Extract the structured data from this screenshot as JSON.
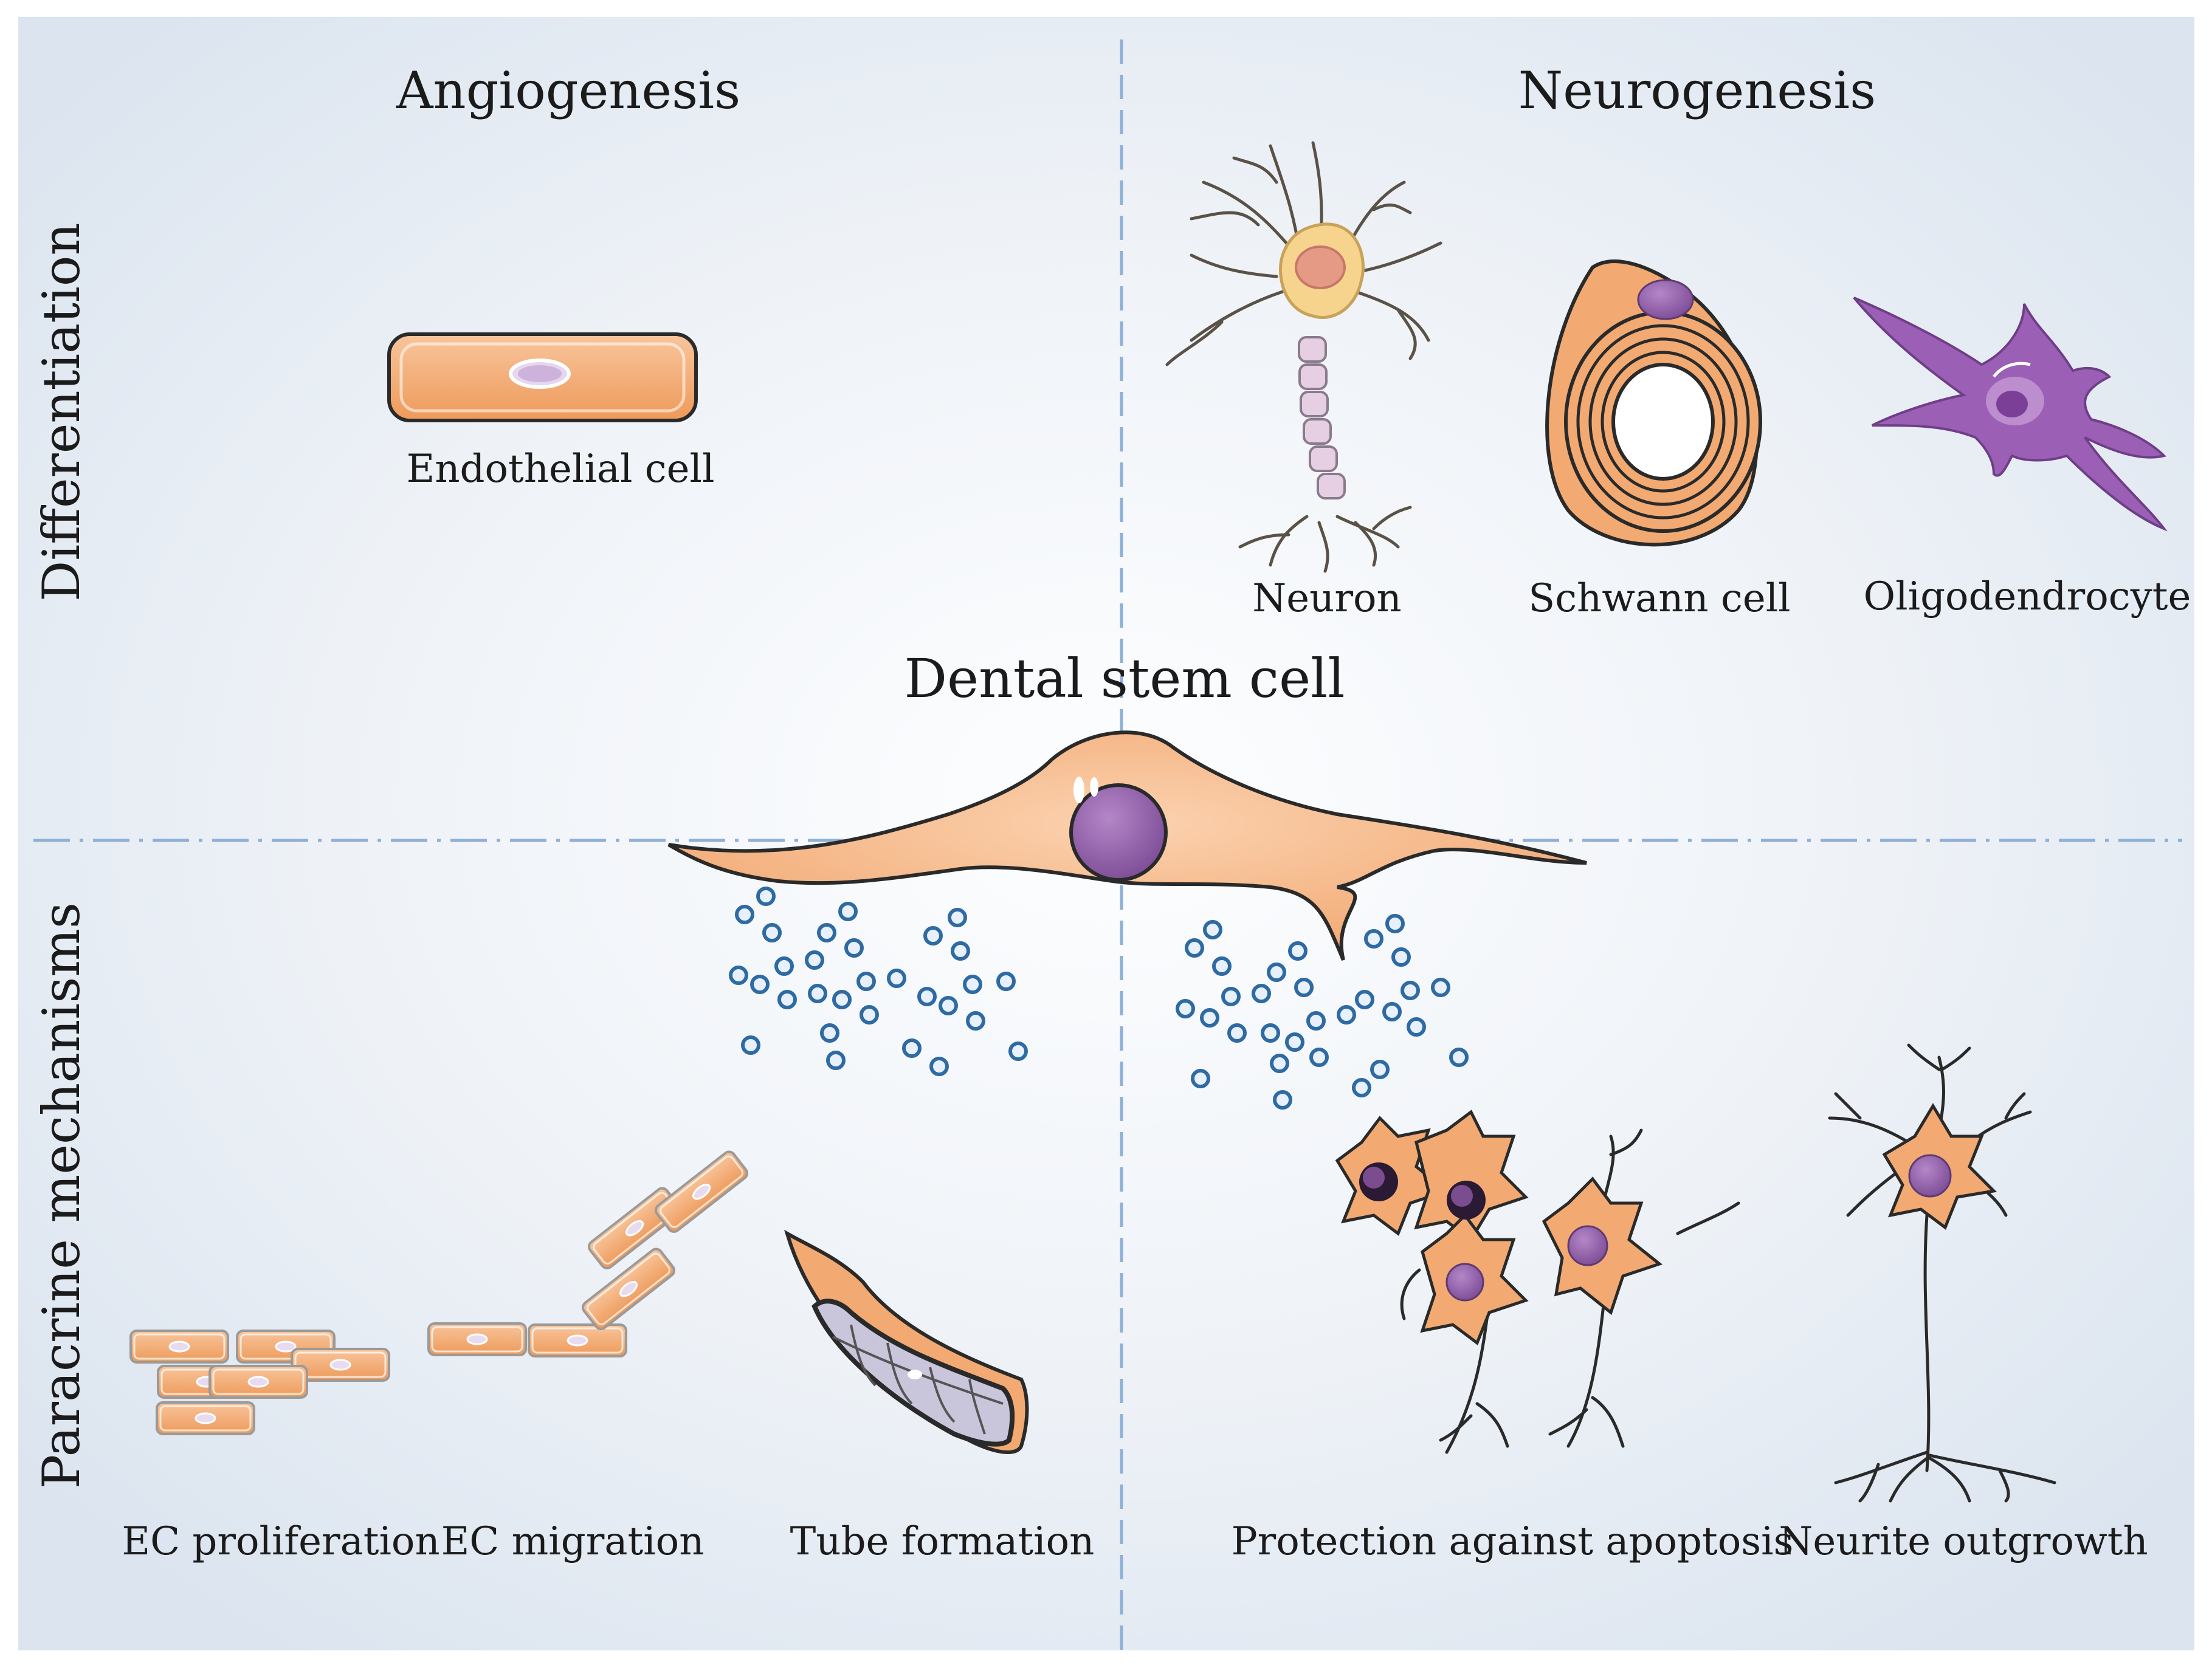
{
  "figure": {
    "columns": {
      "left": "Angiogenesis",
      "right": "Neurogenesis"
    },
    "rows": {
      "top": "Differentiation",
      "bottom": "Paracrine mechanisms"
    },
    "center": "Dental stem cell",
    "differentiation": {
      "endothelial": "Endothelial cell",
      "neuron": "Neuron",
      "schwann": "Schwann cell",
      "oligodendrocyte": "Oligodendrocyte"
    },
    "paracrine": {
      "ec_proliferation": "EC proliferation",
      "ec_migration": "EC migration",
      "tube_formation": "Tube formation",
      "protection": "Protection against apoptosis",
      "neurite": "Neurite outgrowth"
    }
  },
  "colors": {
    "background_center": "#fcfdfe",
    "background_edge": "#dde6f0",
    "divider": "#8fb0d6",
    "cell_orange": "#f4b183",
    "cell_orange_dark": "#e98f48",
    "nucleus_purple": "#8f5fa8",
    "oligodendrocyte": "#9b5fb5",
    "vesicle": "#2e6aa3",
    "outline": "#2a2a2a"
  }
}
